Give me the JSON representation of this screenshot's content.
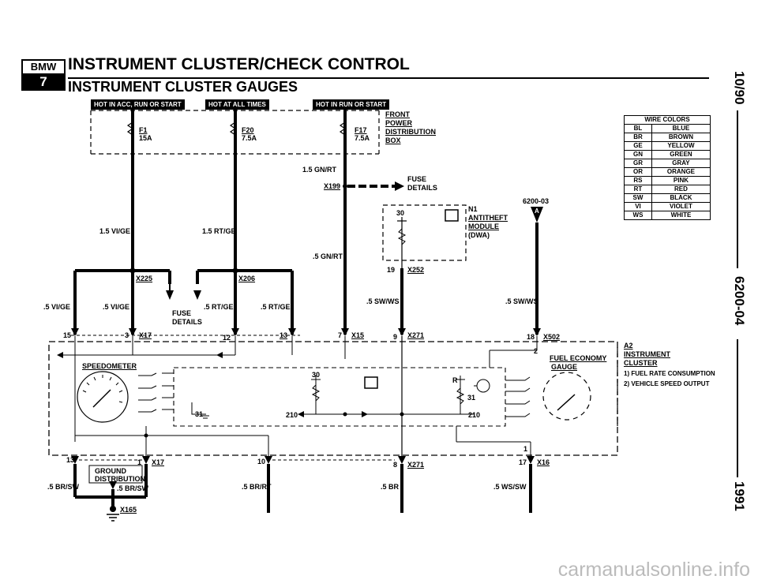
{
  "header": {
    "logo_top": "BMW",
    "logo_bottom": "7",
    "title": "INSTRUMENT CLUSTER/CHECK CONTROL",
    "subtitle": "INSTRUMENT CLUSTER GAUGES"
  },
  "side_labels": {
    "date": "10/90",
    "page": "6200-04",
    "year": "1991"
  },
  "power": {
    "hot_acc": "HOT IN ACC, RUN OR START",
    "hot_all": "HOT AT ALL TIMES",
    "hot_run": "HOT IN RUN OR START",
    "front_power_1": "FRONT",
    "front_power_2": "POWER",
    "front_power_3": "DISTRIBUTION",
    "front_power_4": "BOX",
    "f1_name": "F1",
    "f1_amp": "15A",
    "f20_name": "F20",
    "f20_amp": "7.5A",
    "f17_name": "F17",
    "f17_amp": "7.5A"
  },
  "wires": {
    "gn_rt_15": "1.5 GN/RT",
    "vi_ge_15": "1.5 VI/GE",
    "rt_ge_15": "1.5 RT/GE",
    "gn_rt_05": ".5 GN/RT",
    "vi_ge_05_a": ".5 VI/GE",
    "vi_ge_05_b": ".5 VI/GE",
    "rt_ge_05_a": ".5 RT/GE",
    "rt_ge_05_b": ".5 RT/GE",
    "sw_ws_a": ".5 SW/WS",
    "sw_ws_b": ".5 SW/WS",
    "br_sw_a": ".5 BR/SW",
    "br_sw_b": ".5 BR/SW",
    "br_rt": ".5 BR/RT",
    "br": ".5 BR",
    "ws_sw": ".5 WS/SW"
  },
  "connectors": {
    "x199": "X199",
    "x225": "X225",
    "x206": "X206",
    "x17_top": "X17",
    "x15": "X15",
    "x271_top": "X271",
    "x502": "X502",
    "x252": "X252",
    "x17_bottom": "X17",
    "x271_bottom": "X271",
    "x16": "X16",
    "x165": "X165",
    "fuse_details_1": "FUSE",
    "fuse_details_2": "DETAILS",
    "fuse_details_3": "FUSE",
    "fuse_details_4": "DETAILS"
  },
  "pins": {
    "p15": "15",
    "p3": "3",
    "p12": "12",
    "p13_top": "13",
    "p7": "7",
    "p9": "9",
    "p18": "18",
    "p2": "2",
    "p19": "19",
    "p30_a": "30",
    "p30_b": "30",
    "p31_a": "31",
    "p31_b": "31",
    "p210_a": "210",
    "p210_b": "210",
    "pR": "R",
    "p1": "1",
    "p13_bot": "13",
    "p1_bot": "1",
    "p10": "10",
    "p8": "8",
    "p17": "17"
  },
  "components": {
    "n1": "N1",
    "antitheft_1": "ANTITHEFT",
    "antitheft_2": "MODULE",
    "antitheft_3": "(DWA)",
    "ref": "6200-03",
    "ref_a": "A",
    "speedometer": "SPEEDOMETER",
    "fuel_economy_1": "FUEL ECONOMY",
    "fuel_economy_2": "GAUGE",
    "a2": "A2",
    "a2_1": "INSTRUMENT",
    "a2_2": "CLUSTER",
    "note1": "1) FUEL RATE CONSUMPTION",
    "note2": "2) VEHICLE SPEED OUTPUT",
    "ground_1": "GROUND",
    "ground_2": "DISTRIBUTION"
  },
  "wire_colors": {
    "title": "WIRE COLORS",
    "rows": [
      [
        "BL",
        "BLUE"
      ],
      [
        "BR",
        "BROWN"
      ],
      [
        "GE",
        "YELLOW"
      ],
      [
        "GN",
        "GREEN"
      ],
      [
        "GR",
        "GRAY"
      ],
      [
        "OR",
        "ORANGE"
      ],
      [
        "RS",
        "PINK"
      ],
      [
        "RT",
        "RED"
      ],
      [
        "SW",
        "BLACK"
      ],
      [
        "VI",
        "VIOLET"
      ],
      [
        "WS",
        "WHITE"
      ]
    ]
  },
  "watermark": "carmanualsonline.info"
}
